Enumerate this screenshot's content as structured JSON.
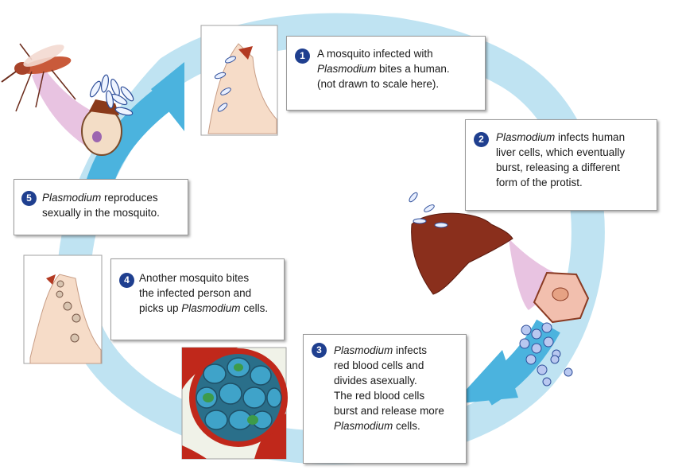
{
  "colors": {
    "cycle_ring": "#bfe3f2",
    "arrow": "#4bb3de",
    "badge": "#1f3f8f",
    "liver": "#8a2f1c",
    "blood_red": "#c0281b",
    "skin": "#f6dcc8"
  },
  "steps": [
    {
      "number": "1",
      "lines": [
        [
          "A mosquito infected with"
        ],
        [
          "Plasmodium",
          " bites a human."
        ],
        [
          "(not drawn to scale here)."
        ]
      ]
    },
    {
      "number": "2",
      "lines": [
        [
          "Plasmodium",
          " infects human"
        ],
        [
          "liver cells, which eventually"
        ],
        [
          "burst, releasing a different"
        ],
        [
          "form of the protist."
        ]
      ]
    },
    {
      "number": "3",
      "lines": [
        [
          "Plasmodium",
          " infects"
        ],
        [
          "red blood cells and"
        ],
        [
          "divides asexually."
        ],
        [
          "The red blood cells"
        ],
        [
          "burst and release more"
        ],
        [
          "Plasmodium",
          " cells."
        ]
      ]
    },
    {
      "number": "4",
      "lines": [
        [
          "Another mosquito bites"
        ],
        [
          "the infected person and"
        ],
        [
          "picks up ",
          "Plasmodium",
          " cells."
        ]
      ]
    },
    {
      "number": "5",
      "lines": [
        [
          "Plasmodium",
          " reproduces"
        ],
        [
          "sexually in the mosquito."
        ]
      ]
    }
  ],
  "illustrations": [
    "mosquito-icon",
    "arm-bite-icon",
    "liver-icon",
    "liver-cell-icon",
    "red-blood-cells-icon",
    "arm-infected-icon",
    "sporozoite-icon"
  ]
}
